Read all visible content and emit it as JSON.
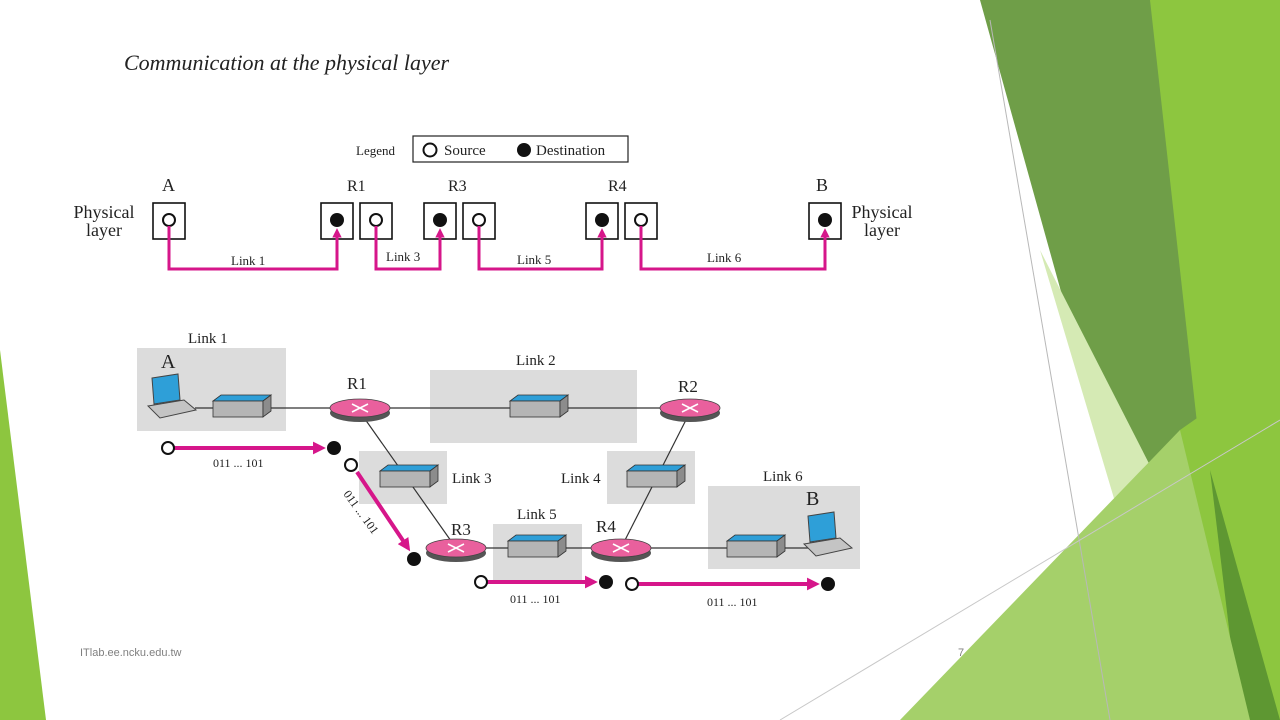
{
  "slide": {
    "title": "Communication at the physical layer",
    "footer": "ITlab.ee.ncku.edu.tw",
    "page_number": "7"
  },
  "colors": {
    "accent_green": "#8dc63f",
    "dark_green": "#5e9732",
    "light_green": "#c9e3a3",
    "link_magenta": "#d6168a",
    "router_pink": "#e9609d",
    "switch_blue": "#2e9fd8",
    "link_box_gray": "#dcdcdc"
  },
  "legend": {
    "label": "Legend",
    "source": "Source",
    "destination": "Destination"
  },
  "top_diagram": {
    "nodes": {
      "a": "A",
      "r1": "R1",
      "r3": "R3",
      "r4": "R4",
      "b": "B"
    },
    "layer_label_line1": "Physical",
    "layer_label_line2": "layer",
    "links": {
      "l1": "Link 1",
      "l3": "Link 3",
      "l5": "Link 5",
      "l6": "Link 6"
    }
  },
  "network": {
    "host_a": "A",
    "host_b": "B",
    "routers": {
      "r1": "R1",
      "r2": "R2",
      "r3": "R3",
      "r4": "R4"
    },
    "links": {
      "l1": "Link 1",
      "l2": "Link 2",
      "l3": "Link 3",
      "l4": "Link 4",
      "l5": "Link 5",
      "l6": "Link 6"
    },
    "bits": "011 ... 101"
  }
}
